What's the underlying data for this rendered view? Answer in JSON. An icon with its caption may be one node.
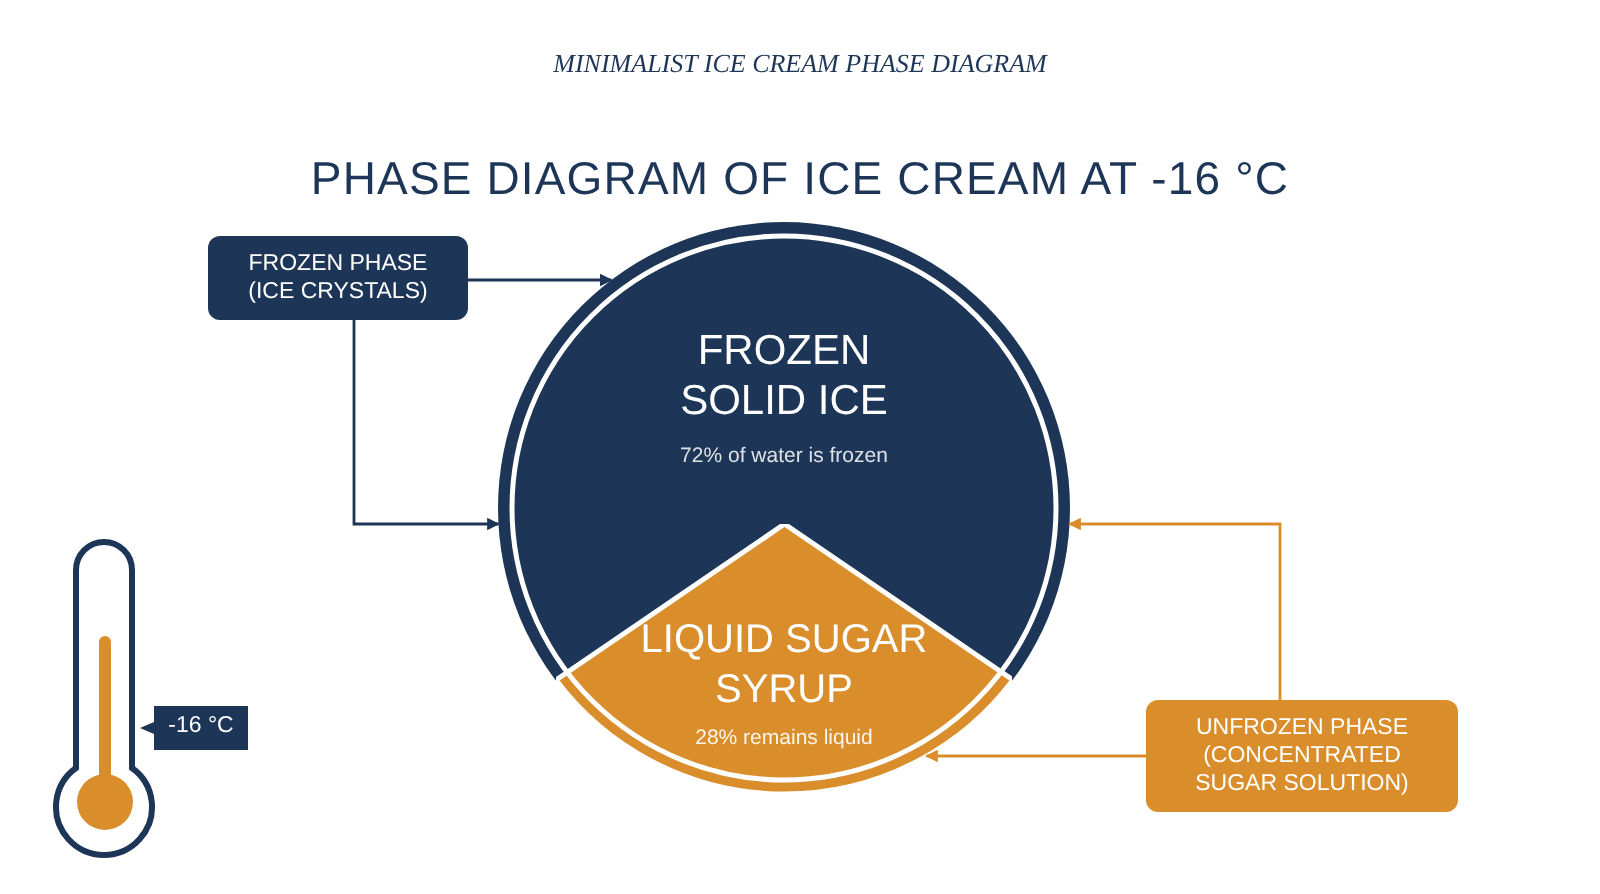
{
  "diagram": {
    "title": "PHASE DIAGRAM OF ICE CREAM AT -16 °C",
    "nodes": [
      {
        "text": [
          "FROZEN PHASE (ICE CRYSTALS)"
        ]
      },
      {
        "text": [
          "FROZEN SOLID ICE",
          "72% of water is frozen"
        ]
      },
      {
        "text": [
          "LIQUID SUGAR SYRUP",
          "28% remains liquid"
        ],
        "in": 1
      },
      {
        "text": [
          "UNFROZEN PHASE (CONCENTRATED SUGAR SOLUTION)"
        ]
      },
      {
        "text": [
          "-16 °C"
        ]
      }
    ],
    "edges": [
      {
        "from": 0,
        "to": 1,
        "arrow": "to"
      },
      {
        "from": 0,
        "to": 1,
        "arrow": "to"
      },
      {
        "from": 3,
        "to": 1,
        "arrow": "to",
        "color": "#d98e2b"
      },
      {
        "from": 3,
        "to": 2,
        "arrow": "to",
        "color": "#d98e2b"
      }
    ],
    "labels": [
      "MINIMALIST ICE CREAM PHASE DIAGRAM"
    ]
  }
}
